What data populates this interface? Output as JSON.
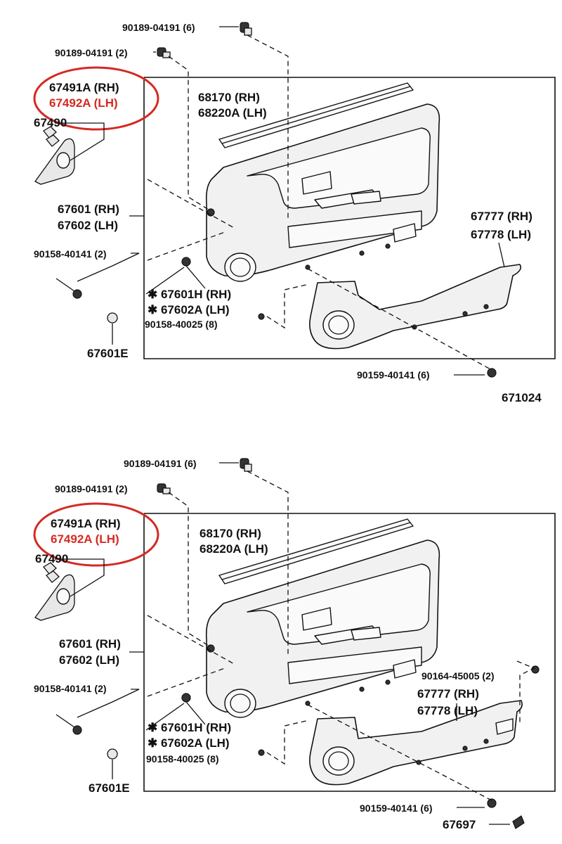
{
  "diagrams": [
    {
      "id": "top",
      "labels": {
        "clip_top": "90189-04191 (6)",
        "clip_left": "90189-04191 (2)",
        "handle_rh": "67491A (RH)",
        "handle_lh": "67492A (LH)",
        "bezel": "67490",
        "belt_rh": "68170  (RH)",
        "belt_lh": "68220A (LH)",
        "panel_rh": "67601 (RH)",
        "panel_lh": "67602 (LH)",
        "screw_left": "90158-40141 (2)",
        "lower_rh": "67777 (RH)",
        "lower_lh": "67778 (LH)",
        "assy_rh": "✱ 67601H (RH)",
        "assy_lh": "✱ 67602A (LH)",
        "screw_mid": "90158-40025 (8)",
        "cap": "67601E",
        "screw_bottom": "90159-40141 (6)",
        "figure_no": "671024"
      }
    },
    {
      "id": "bottom",
      "labels": {
        "clip_top": "90189-04191 (6)",
        "clip_left": "90189-04191 (2)",
        "handle_rh": "67491A (RH)",
        "handle_lh": "67492A (LH)",
        "bezel": "67490",
        "belt_rh": "68170  (RH)",
        "belt_lh": "68220A (LH)",
        "panel_rh": "67601 (RH)",
        "panel_lh": "67602 (LH)",
        "screw_left": "90158-40141 (2)",
        "screw_right": "90164-45005 (2)",
        "lower_rh": "67777 (RH)",
        "lower_lh": "67778 (LH)",
        "assy_rh": "✱ 67601H (RH)",
        "assy_lh": "✱ 67602A (LH)",
        "screw_mid": "90158-40025 (8)",
        "cap": "67601E",
        "screw_bottom": "90159-40141 (6)",
        "extra_part": "67697"
      }
    }
  ],
  "colors": {
    "highlight": "#d42a22",
    "ink": "#111111"
  }
}
